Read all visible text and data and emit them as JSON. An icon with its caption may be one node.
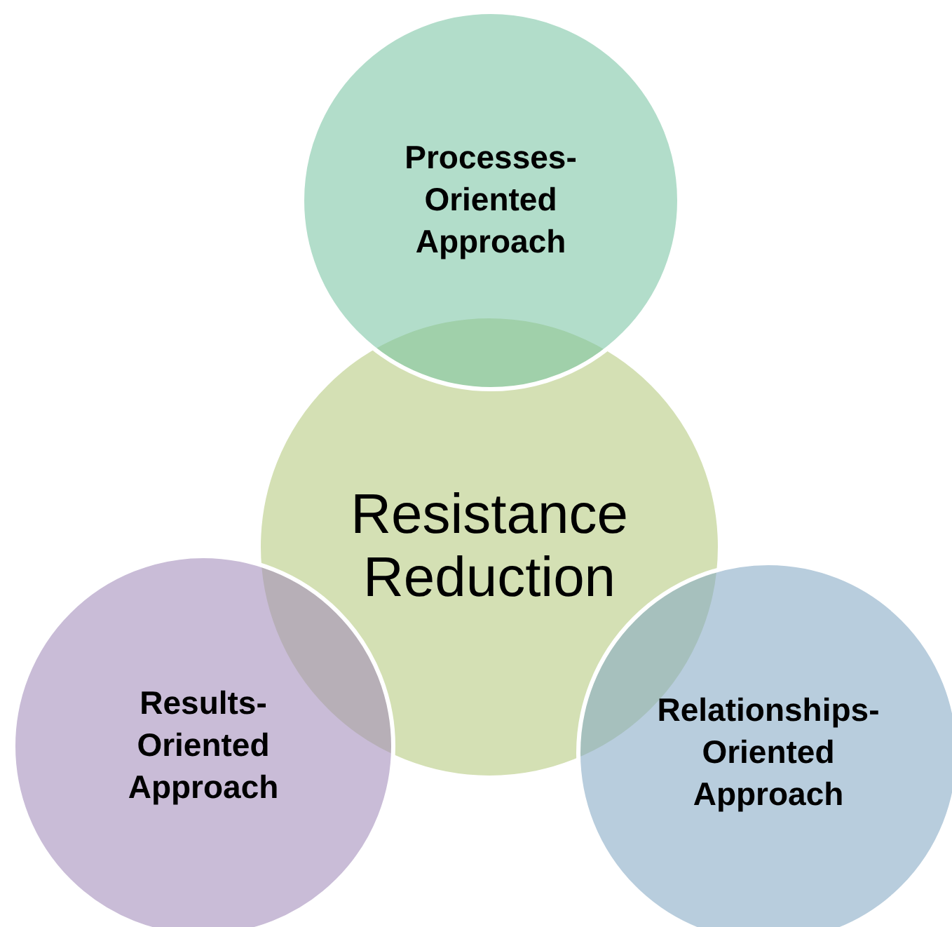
{
  "diagram": {
    "nodes": [
      {
        "text": [
          "Processes- Oriented Approach"
        ]
      },
      {
        "text": [
          "Resistance Reduction"
        ]
      },
      {
        "text": [
          "Results- Oriented Approach"
        ]
      },
      {
        "text": [
          "Relationships- Oriented Approach"
        ]
      }
    ]
  }
}
